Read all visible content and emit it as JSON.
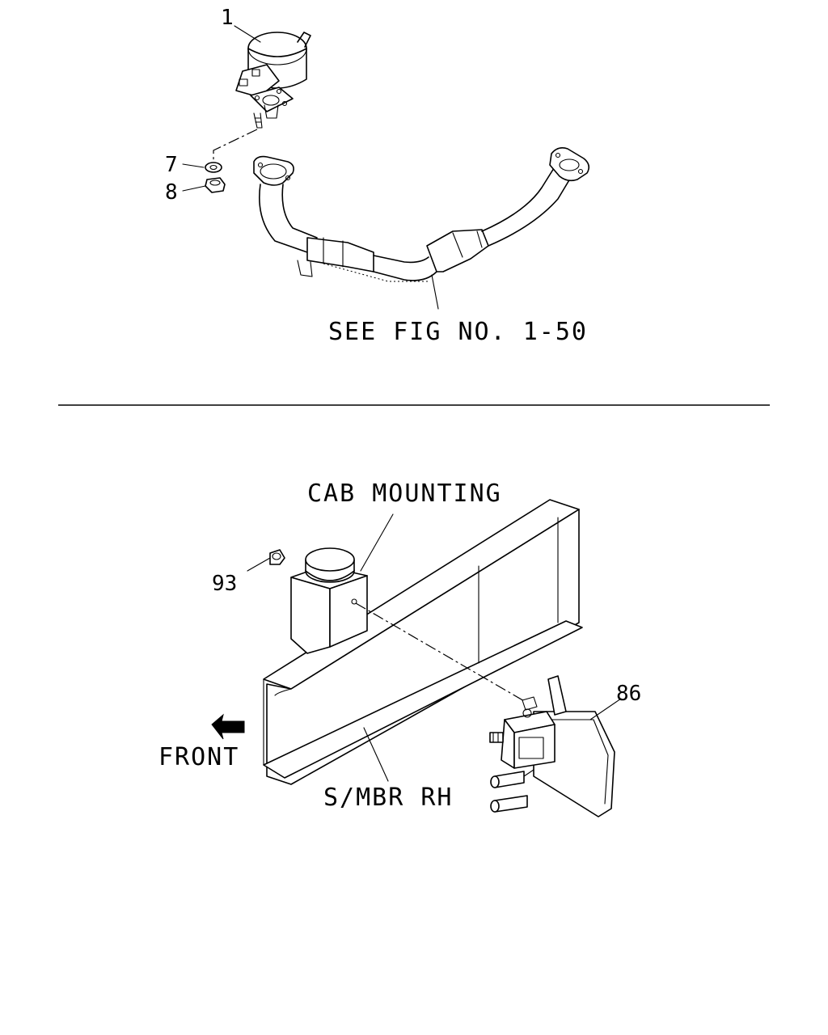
{
  "top_section": {
    "callouts": {
      "part_1": "1",
      "part_7": "7",
      "part_8": "8"
    },
    "reference_label": "SEE FIG NO. 1-50"
  },
  "bottom_section": {
    "callouts": {
      "part_93": "93",
      "part_86": "86"
    },
    "cab_mounting_label": "CAB MOUNTING",
    "side_member_label": "S/MBR RH",
    "front_label": "FRONT"
  }
}
